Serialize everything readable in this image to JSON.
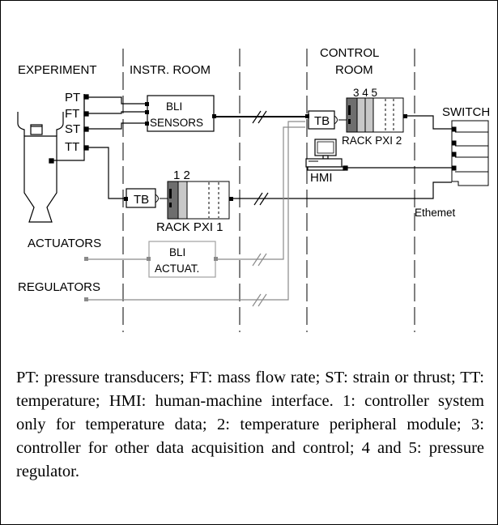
{
  "zones": {
    "experiment": "EXPERIMENT",
    "instr_room": "INSTR. ROOM",
    "control_room_line1": "CONTROL",
    "control_room_line2": "ROOM",
    "switch": "SWITCH"
  },
  "sensors": {
    "pt": "PT",
    "ft": "FT",
    "st": "ST",
    "tt": "TT"
  },
  "devices": {
    "bli_sensors_line1": "BLI",
    "bli_sensors_line2": "SENSORS",
    "tb_rack1": "TB",
    "tb_rack2": "TB",
    "rack1_slots": "1 2",
    "rack1_label": "RACK PXI 1",
    "rack2_slots": "3 4 5",
    "rack2_label": "RACK PXI 2",
    "hmi": "HMI",
    "ethernet": "Ethemet",
    "bli_actuat_line1": "BLI",
    "bli_actuat_line2": "ACTUAT."
  },
  "inputs": {
    "actuators": "ACTUATORS",
    "regulators": "REGULATORS"
  },
  "caption": "PT: pressure transducers; FT: mass flow rate; ST: strain or thrust; TT: temperature; HMI: human-machine interface. 1: controller system only for temperature data; 2: temperature peripheral module; 3: controller for other data acquisition and control; 4 and 5: pressure regulator.",
  "colors": {
    "line": "#000000",
    "signal_gray": "#8a8a8a",
    "rack_dark": "#6e6e6e",
    "rack_light": "#c8c8c8"
  }
}
